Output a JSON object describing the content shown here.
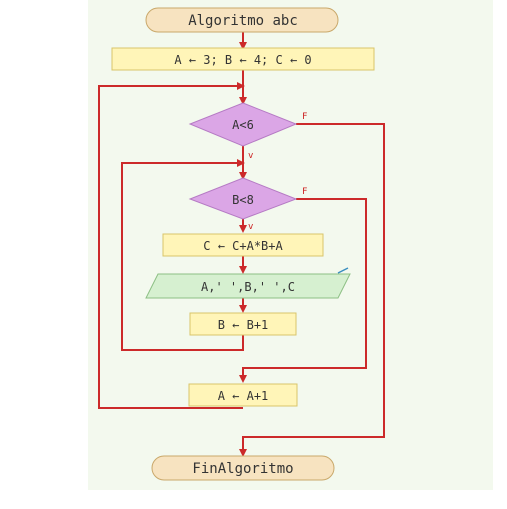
{
  "colors": {
    "background": "#f3f9ee",
    "flow_line": "#cc2a2a",
    "terminal_fill": "#f7e3c0",
    "process_fill": "#fff5b8",
    "decision_fill": "#dba6e6",
    "io_fill": "#d6f0d0",
    "number_accent": "#dd3333"
  },
  "nodes": {
    "start": {
      "text": "Algoritmo abc"
    },
    "init": {
      "text": "A ← 3; B ← 4; C ← 0"
    },
    "decision_a": {
      "text": "A<6",
      "yes": "v",
      "no": "F"
    },
    "decision_b": {
      "text": "B<8",
      "yes": "v",
      "no": "F"
    },
    "calc_c": {
      "text": "C ← C+A*B+A"
    },
    "output": {
      "text": "A,' ',B,' ',C"
    },
    "inc_b": {
      "text": "B ← B+1"
    },
    "inc_a": {
      "text": "A ← A+1"
    },
    "end": {
      "text": "FinAlgoritmo"
    }
  }
}
